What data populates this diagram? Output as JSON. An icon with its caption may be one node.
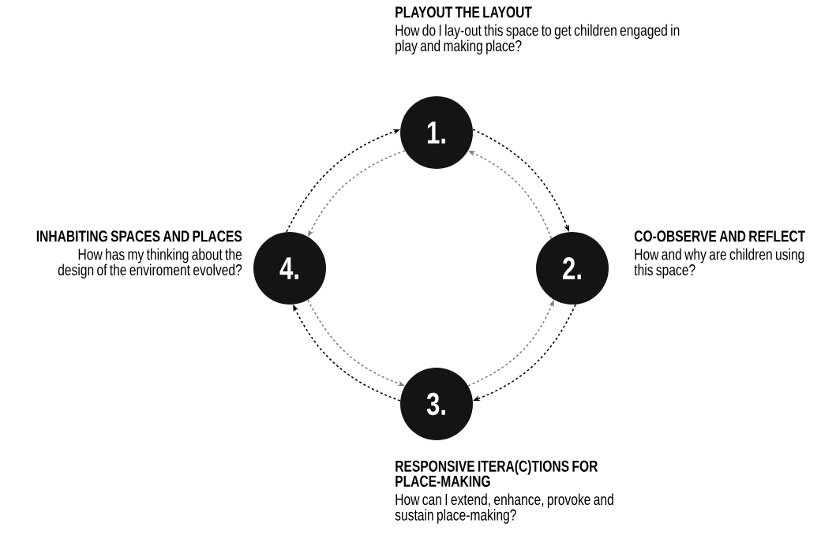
{
  "diagram": {
    "nodes": [
      {
        "text": [
          "1."
        ],
        "beside": [
          "PLAYOUT THE LAYOUT",
          "How do I lay-out this space to get children engaged in play and making place?"
        ]
      },
      {
        "text": [
          "2."
        ],
        "beside": [
          "CO-OBSERVE AND REFLECT",
          "How and why are children using this space?"
        ]
      },
      {
        "text": [
          "3."
        ],
        "beside": [
          "RESPONSIVE ITERA(C)TIONS FOR PLACE-MAKING",
          "How can I extend, enhance, provoke and sustain place-making?"
        ]
      },
      {
        "text": [
          "4."
        ],
        "beside": [
          "INHABITING SPACES AND PLACES",
          "How has my thinking about the design of the enviroment evolved?"
        ]
      }
    ],
    "edges": [
      {
        "from": 0,
        "to": 1,
        "arrow": "to",
        "style": "dashed"
      },
      {
        "from": 1,
        "to": 2,
        "arrow": "to",
        "style": "dashed"
      },
      {
        "from": 2,
        "to": 3,
        "arrow": "to",
        "style": "dashed"
      },
      {
        "from": 3,
        "to": 0,
        "arrow": "to",
        "style": "dashed"
      },
      {
        "from": 1,
        "to": 0,
        "arrow": "to",
        "style": "dashed",
        "color": "#808080"
      },
      {
        "from": 0,
        "to": 3,
        "arrow": "to",
        "style": "dashed",
        "color": "#808080"
      },
      {
        "from": 3,
        "to": 2,
        "arrow": "to",
        "style": "dashed",
        "color": "#808080"
      },
      {
        "from": 2,
        "to": 1,
        "arrow": "to",
        "style": "dashed",
        "color": "#808080"
      }
    ]
  }
}
